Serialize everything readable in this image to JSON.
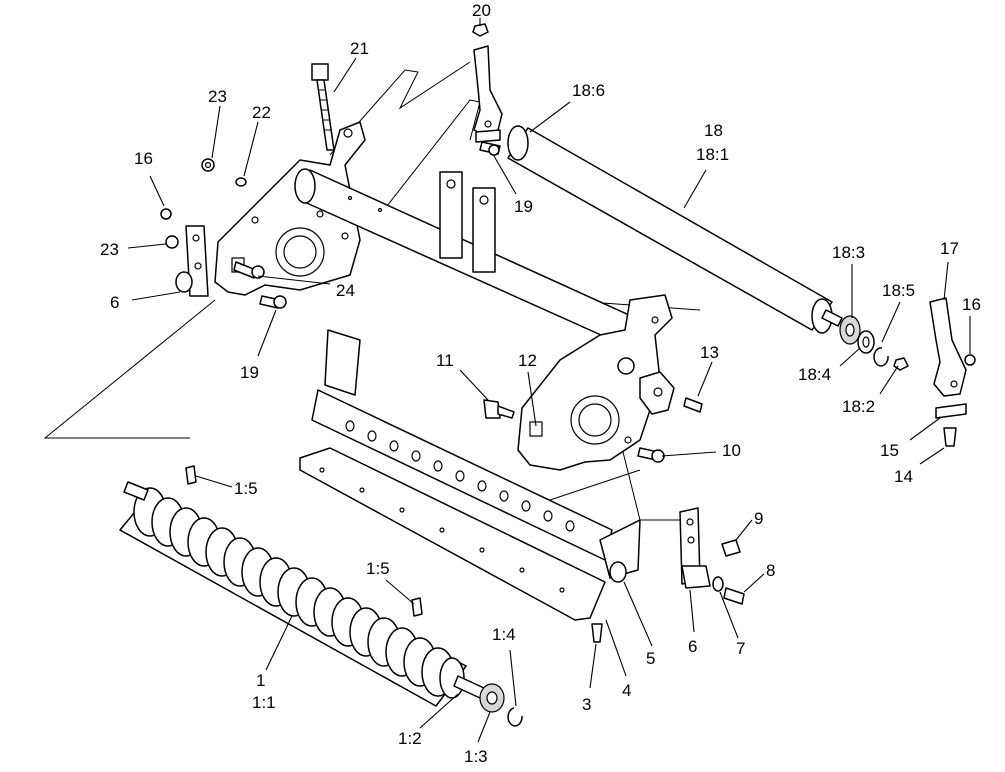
{
  "callouts": {
    "c20": "20",
    "c21": "21",
    "c23a": "23",
    "c22": "22",
    "c16a": "16",
    "c23b": "23",
    "c6a": "6",
    "c24": "24",
    "c19a": "19",
    "c19b": "19",
    "c186": "18:6",
    "c18": "18",
    "c181": "18:1",
    "c183": "18:3",
    "c185": "18:5",
    "c184": "18:4",
    "c182": "18:2",
    "c17": "17",
    "c16b": "16",
    "c15": "15",
    "c14": "14",
    "c11": "11",
    "c12": "12",
    "c13": "13",
    "c10": "10",
    "c9": "9",
    "c8": "8",
    "c6b": "6",
    "c7": "7",
    "c5": "5",
    "c4": "4",
    "c3": "3",
    "c15a": "1:5",
    "c15b": "1:5",
    "c14b": "1:4",
    "c1": "1",
    "c11b": "1:1",
    "c12b": "1:2",
    "c13b": "1:3"
  }
}
